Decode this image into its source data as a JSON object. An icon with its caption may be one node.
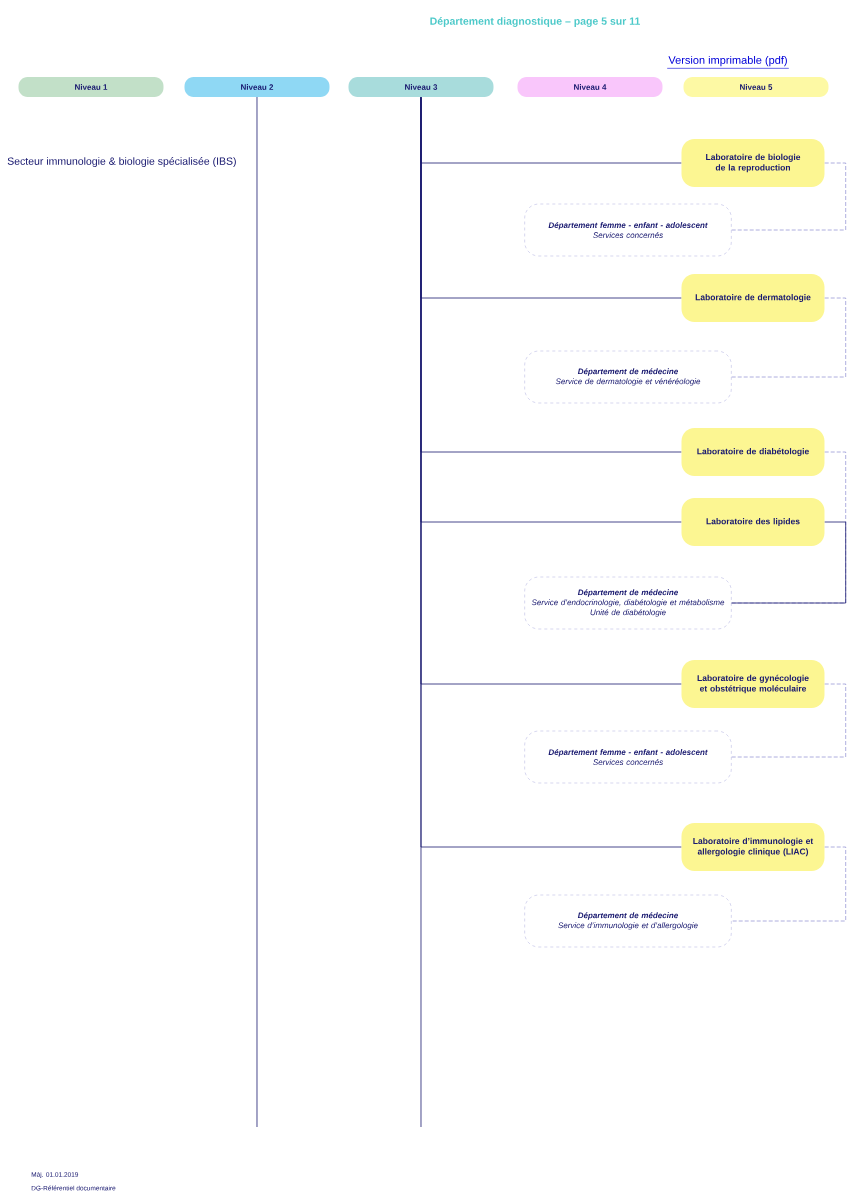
{
  "diagram": {
    "title": "Département diagnostique – page 5 sur 11",
    "nodes": [
      {
        "text": [
          "Niveau 1"
        ]
      },
      {
        "text": [
          "Niveau 2"
        ]
      },
      {
        "text": [
          "Niveau 3"
        ]
      },
      {
        "text": [
          "Niveau 4"
        ]
      },
      {
        "text": [
          "Niveau 5"
        ]
      },
      {
        "text": [
          "Laboratoire de biologie de la reproduction"
        ]
      },
      {
        "text": [
          "Département femme - enfant - adolescent",
          "Services concernés"
        ]
      },
      {
        "text": [
          "Laboratoire de dermatologie"
        ]
      },
      {
        "text": [
          "Département de médecine",
          "Service de dermatologie et vénéréologie"
        ]
      },
      {
        "text": [
          "Laboratoire de diabétologie"
        ]
      },
      {
        "text": [
          "Laboratoire des lipides"
        ]
      },
      {
        "text": [
          "Département de médecine",
          "Service d’endocrinologie, diabétologie et métabolisme",
          "Unité de diabétologie"
        ]
      },
      {
        "text": [
          "Laboratoire de gynécologie et obstétrique moléculaire"
        ]
      },
      {
        "text": [
          "Département femme - enfant - adolescent",
          "Services concernés"
        ]
      },
      {
        "text": [
          "Laboratoire d’immunologie et allergologie clinique (LIAC)"
        ]
      },
      {
        "text": [
          "Département de médecine",
          "Service d’immunologie et d’allergologie"
        ]
      }
    ],
    "edges": [
      {
        "from": 2,
        "to": 5,
        "arrow": "none"
      },
      {
        "from": 5,
        "to": 6,
        "arrow": "none",
        "style": "dashed",
        "color": "#9999d6"
      },
      {
        "from": 2,
        "to": 7,
        "arrow": "none"
      },
      {
        "from": 7,
        "to": 8,
        "arrow": "none",
        "style": "dashed",
        "color": "#9999d6"
      },
      {
        "from": 2,
        "to": 9,
        "arrow": "none"
      },
      {
        "from": 2,
        "to": 10,
        "arrow": "none"
      },
      {
        "from": 9,
        "to": 11,
        "arrow": "none",
        "style": "dashed",
        "color": "#9999d6"
      },
      {
        "from": 10,
        "to": 11,
        "arrow": "none"
      },
      {
        "from": 2,
        "to": 12,
        "arrow": "none"
      },
      {
        "from": 12,
        "to": 13,
        "arrow": "none",
        "style": "dashed",
        "color": "#9999d6"
      },
      {
        "from": 2,
        "to": 14,
        "arrow": "none"
      },
      {
        "from": 14,
        "to": 15,
        "arrow": "none",
        "style": "dashed",
        "color": "#9999d6"
      }
    ],
    "labels": [
      "Version imprimable (pdf)",
      "Secteur immunologie & biologie spécialisée (IBS)",
      "Màj. 01.01.2019",
      "DG-Référentiel documentaire"
    ]
  }
}
